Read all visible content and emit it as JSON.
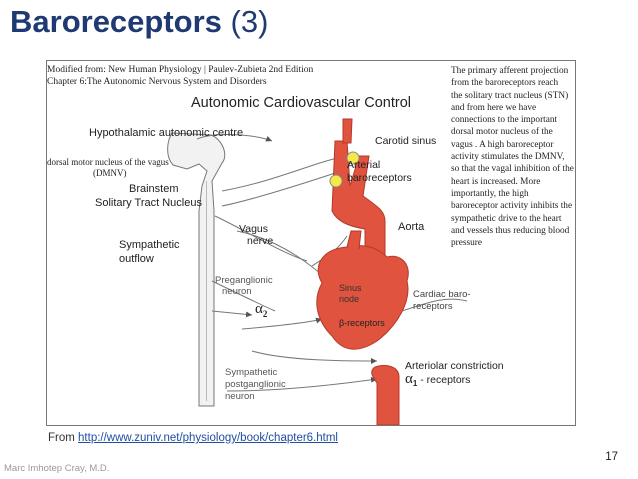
{
  "slide": {
    "title_bold": "Baroreceptors",
    "title_suffix": " (3)",
    "source_prefix": "From ",
    "source_link": "http://www.zuniv.net/physiology/book/chapter6.html",
    "page_number": "17",
    "author": "Marc Imhotep Cray, M.D."
  },
  "figure": {
    "credit_line1": "Modified from: New Human Physiology | Paulev-Zubieta 2nd Edition",
    "credit_line2": "Chapter 6:The Autonomic Nervous System and Disorders",
    "main_title": "Autonomic Cardiovascular Control",
    "hypothalamus": "Hypothalamic autonomic centre",
    "dmnv_line1": "dorsal motor nucleus of the vagus",
    "dmnv_line2": "(DMNV)",
    "brainstem_line1": "Brainstem",
    "brainstem_line2": "Solitary Tract Nucleus",
    "vagus_line1": "Vagus",
    "vagus_line2": "nerve",
    "sympathetic_line1": "Sympathetic",
    "sympathetic_line2": "outflow",
    "preganglionic_line1": "Preganglionic",
    "preganglionic_line2": "neuron",
    "alpha2": "α",
    "alpha2_sub": "2",
    "carotid_sinus": "Carotid sinus",
    "arterial_line1": "Arterial",
    "arterial_line2": "baroreceptors",
    "aorta": "Aorta",
    "sinus_line1": "Sinus",
    "sinus_line2": "node",
    "beta_receptors": "β-receptors",
    "cardiac_line1": "Cardiac baro-",
    "cardiac_line2": "receptors",
    "arteriolar": "Arteriolar constriction",
    "alpha1": "α",
    "alpha1_sub": "1",
    "alpha1_text": " - receptors",
    "postgang_line1": "Sympathetic",
    "postgang_line2": "postganglionic",
    "postgang_line3": "neuron",
    "paragraph_lines": [
      "The primary afferent projection",
      "from the baroreceptors reach",
      "the solitary tract nucleus (STN)",
      "and from here we have",
      "connections to the important",
      "dorsal motor nucleus of the",
      "vagus . A high baroreceptor",
      "activity stimulates the DMNV,",
      "so that the vagal inhibition of the",
      "heart is increased. More",
      "importantly, the high",
      "baroreceptor activity inhibits the",
      "sympathetic drive to the heart",
      "and vessels thus reducing blood",
      "pressure"
    ]
  },
  "colors": {
    "title": "#1f3a73",
    "organ_red": "#e0533e",
    "baroreceptor_yellow": "#f5e94a",
    "link": "#1f4fa0"
  }
}
